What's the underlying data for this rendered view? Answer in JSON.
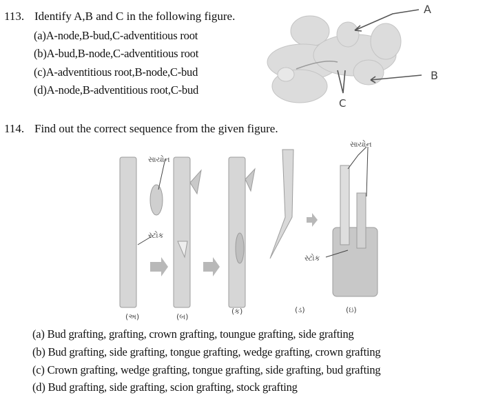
{
  "questions": [
    {
      "number": "113.",
      "text": "Identify A,B and C in the following figure.",
      "options": [
        "(a)A-node,B-bud,C-adventitious root",
        "(b)A-bud,B-node,C-adventitious root",
        "(c)A-adventitious root,B-node,C-bud",
        "(d)A-node,B-adventitious root,C-bud"
      ],
      "figure": {
        "description": "ginger rhizome sketch",
        "labels": {
          "a": "A",
          "b": "B",
          "c": "C"
        }
      }
    },
    {
      "number": "114.",
      "text": "Find out the correct sequence from the given figure.",
      "options": [
        "(a) Bud grafting, grafting, crown grafting, toungue grafting, side grafting",
        "(b) Bud grafting, side grafting, tongue grafting, wedge grafting, crown grafting",
        "(c) Crown grafting, wedge grafting, tongue grafting, side grafting, bud grafting",
        "(d) Bud grafting, side grafting, scion grafting, stock grafting"
      ],
      "figure": {
        "description": "grafting sequence sketches",
        "labels": {
          "scion": "સાયોન",
          "stock": "સ્ટોક",
          "panels": [
            "(અ)",
            "(બ)",
            "(ક)",
            "(ડ)",
            "(ઇ)"
          ]
        }
      }
    }
  ]
}
